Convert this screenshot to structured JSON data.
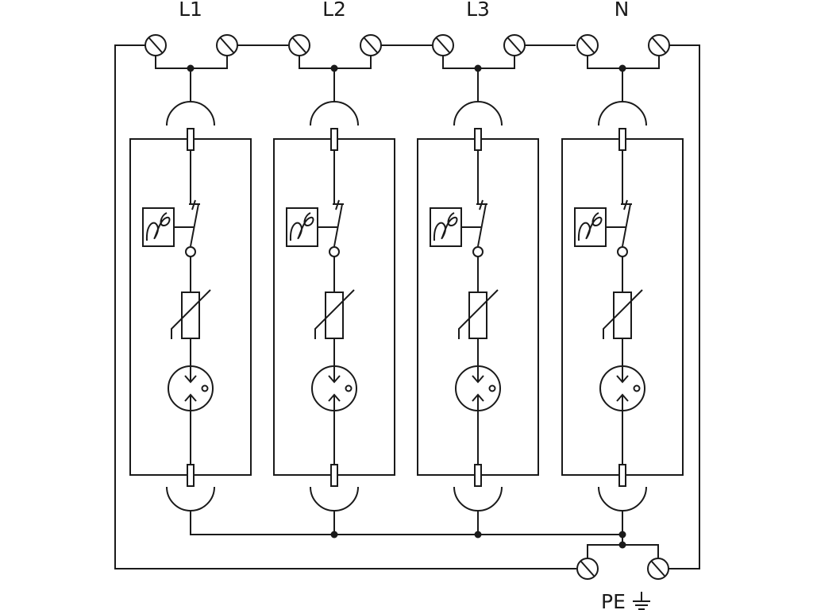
{
  "diagram": {
    "modules": [
      {
        "label": "L1"
      },
      {
        "label": "L2"
      },
      {
        "label": "L3"
      },
      {
        "label": "N"
      }
    ],
    "pe_label": "PE",
    "ground_icon": "ground-icon",
    "colors": {
      "line": "#1a1a1a",
      "background": "#ffffff"
    }
  }
}
